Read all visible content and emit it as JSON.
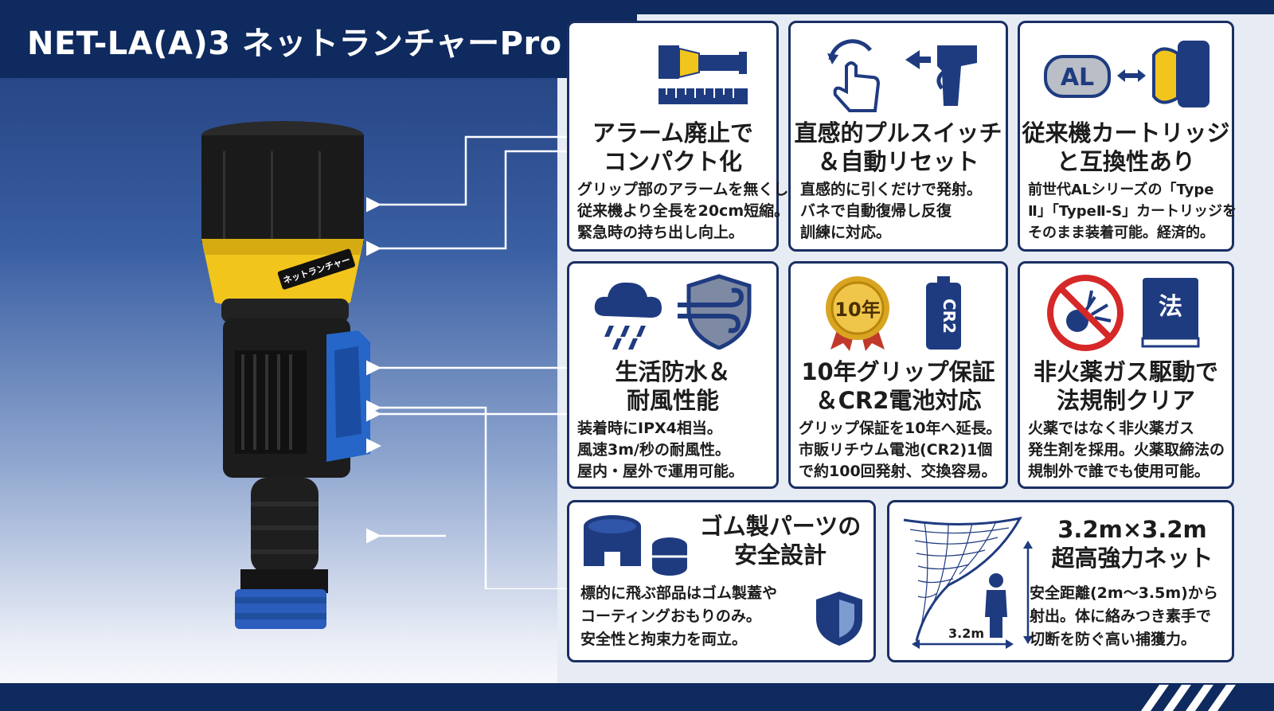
{
  "header": {
    "title": "NET-LA(A)3 ネットランチャーPro"
  },
  "product": {
    "label_text": "ネットランチャー"
  },
  "features": [
    {
      "title_lines": [
        "アラーム廃止で",
        "コンパクト化"
      ],
      "body_lines": [
        "グリップ部のアラームを無くし",
        "従来機より全長を20cm短縮。",
        "緊急時の持ち出し向上。"
      ],
      "icons": [
        "launcher-ruler-icon"
      ]
    },
    {
      "title_lines": [
        "直感的プルスイッチ",
        "＆自動リセット"
      ],
      "body_lines": [
        "直感的に引くだけで発射。",
        "バネで自動復帰し反復",
        "訓練に対応。"
      ],
      "icons": [
        "tap-hand-icon",
        "pull-trigger-icon"
      ]
    },
    {
      "title_lines": [
        "従来機カートリッジ",
        "と互換性あり"
      ],
      "body_lines": [
        "前世代ALシリーズの「Type",
        "Ⅱ」「TypeⅡ-S」カートリッジを",
        "そのまま装着可能。経済的。"
      ],
      "icons": [
        "cartridge-swap-icon"
      ],
      "badge_text": "AL"
    },
    {
      "title_lines": [
        "生活防水＆",
        "耐風性能"
      ],
      "body_lines": [
        "装着時にIPX4相当。",
        "風速3m/秒の耐風性。",
        "屋内・屋外で運用可能。"
      ],
      "icons": [
        "rain-cloud-icon",
        "wind-shield-icon"
      ]
    },
    {
      "title_lines": [
        "10年グリップ保証",
        "＆CR2電池対応"
      ],
      "body_lines": [
        "グリップ保証を10年へ延長。",
        "市販リチウム電池(CR2)1個",
        "で約100回発射、交換容易。"
      ],
      "icons": [
        "warranty-medal-icon",
        "battery-icon"
      ],
      "medal_text": "10年",
      "battery_text": "CR2"
    },
    {
      "title_lines": [
        "非火薬ガス駆動で",
        "法規制クリア"
      ],
      "body_lines": [
        "火薬ではなく非火薬ガス",
        "発生剤を採用。火薬取締法の",
        "規制外で誰でも使用可能。"
      ],
      "icons": [
        "no-explosive-icon",
        "law-book-icon"
      ],
      "book_text": "法"
    },
    {
      "title_lines": [
        "ゴム製パーツの",
        "安全設計"
      ],
      "body_lines": [
        "標的に飛ぶ部品はゴム製蓋や",
        "コーティングおもりのみ。",
        "安全性と拘束力を両立。"
      ],
      "icons": [
        "rubber-parts-icon",
        "safety-shield-icon"
      ]
    },
    {
      "title_lines": [
        "3.2m×3.2m",
        "超高強力ネット"
      ],
      "body_lines": [
        "安全距離(2m〜3.5m)から",
        "射出。体に絡みつき素手で",
        "切断を防ぐ高い捕獲力。"
      ],
      "icons": [
        "net-person-icon"
      ],
      "net_size_label": "3.2m"
    }
  ],
  "colors": {
    "navy": "#0e2a5e",
    "accent_blue": "#1f4f9e",
    "yellow": "#f2c51c",
    "card_border": "#1a2f63"
  }
}
